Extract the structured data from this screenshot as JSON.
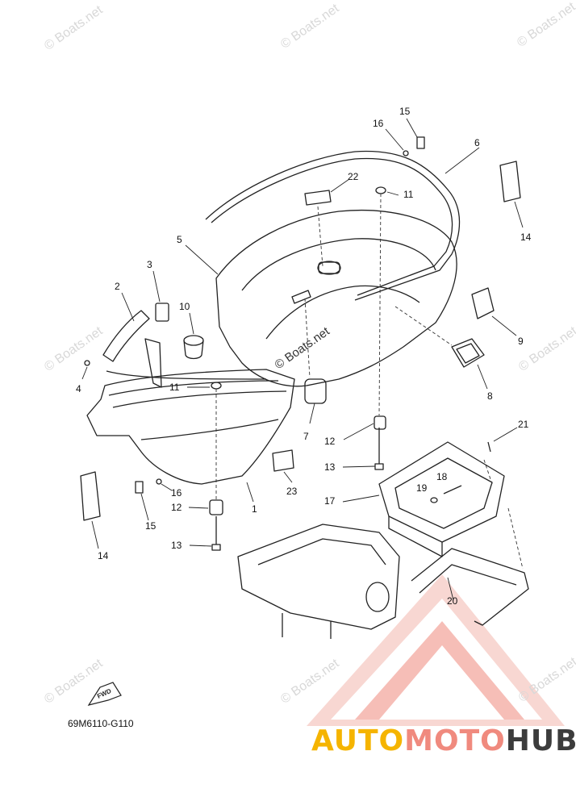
{
  "diagram": {
    "drawing_code": "69M6110-G110",
    "fwd_label": "FWD",
    "watermark": "© Boats.net",
    "center_watermark": "© Boats.net",
    "brand": {
      "part1": "AUTO",
      "part2": "MOTO",
      "part3": "HUB"
    },
    "callouts": [
      {
        "id": "c1",
        "text": "1"
      },
      {
        "id": "c2",
        "text": "2"
      },
      {
        "id": "c3",
        "text": "3"
      },
      {
        "id": "c4",
        "text": "4"
      },
      {
        "id": "c5",
        "text": "5"
      },
      {
        "id": "c6",
        "text": "6"
      },
      {
        "id": "c7",
        "text": "7"
      },
      {
        "id": "c8",
        "text": "8"
      },
      {
        "id": "c9",
        "text": "9"
      },
      {
        "id": "c10",
        "text": "10"
      },
      {
        "id": "c11a",
        "text": "11"
      },
      {
        "id": "c11b",
        "text": "11"
      },
      {
        "id": "c12a",
        "text": "12"
      },
      {
        "id": "c12b",
        "text": "12"
      },
      {
        "id": "c13a",
        "text": "13"
      },
      {
        "id": "c13b",
        "text": "13"
      },
      {
        "id": "c14a",
        "text": "14"
      },
      {
        "id": "c14b",
        "text": "14"
      },
      {
        "id": "c15a",
        "text": "15"
      },
      {
        "id": "c15b",
        "text": "15"
      },
      {
        "id": "c16a",
        "text": "16"
      },
      {
        "id": "c16b",
        "text": "16"
      },
      {
        "id": "c17",
        "text": "17"
      },
      {
        "id": "c18",
        "text": "18"
      },
      {
        "id": "c19",
        "text": "19"
      },
      {
        "id": "c20",
        "text": "20"
      },
      {
        "id": "c21",
        "text": "21"
      },
      {
        "id": "c22",
        "text": "22"
      },
      {
        "id": "c23",
        "text": "23"
      }
    ]
  }
}
